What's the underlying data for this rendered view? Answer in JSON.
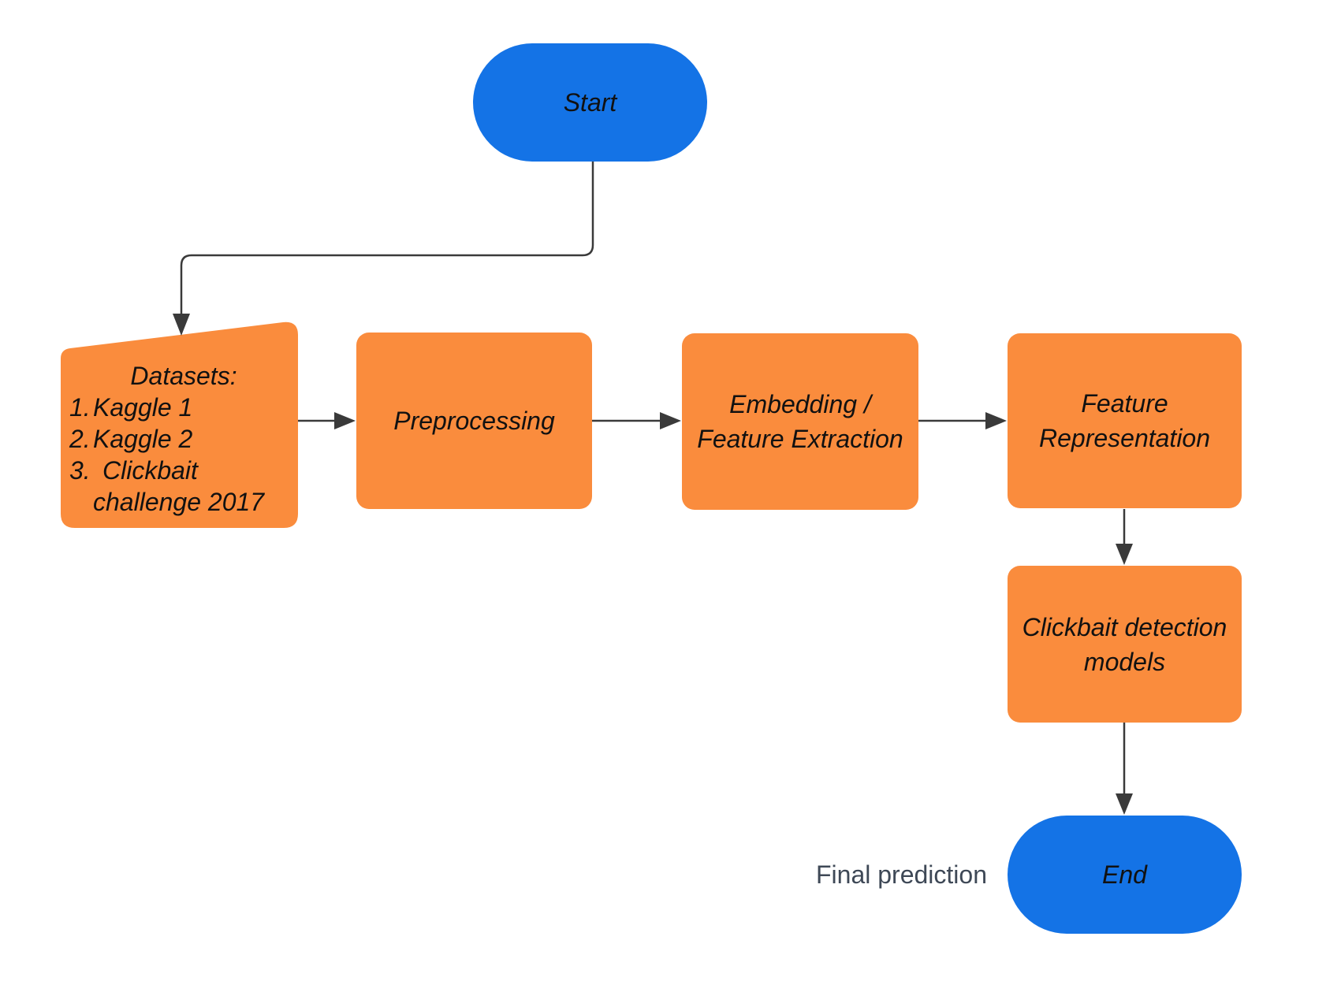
{
  "colors": {
    "node_blue": "#1473E6",
    "node_orange": "#FA8C3D",
    "arrow": "#3A3A3A",
    "label_gray": "#3E4856"
  },
  "nodes": {
    "start": {
      "label": "Start"
    },
    "datasets": {
      "title": "Datasets:",
      "items": [
        {
          "num": "1.",
          "label": "Kaggle 1"
        },
        {
          "num": "2.",
          "label": "Kaggle 2"
        },
        {
          "num": "3.",
          "label": "Clickbait challenge 2017"
        }
      ]
    },
    "preprocessing": {
      "label": "Preprocessing"
    },
    "embedding": {
      "label_lines": [
        "Embedding /",
        "Feature Extraction"
      ]
    },
    "feature_representation": {
      "label_lines": [
        "Feature",
        "Representation"
      ]
    },
    "clickbait_models": {
      "label_lines": [
        "Clickbait detection",
        "models"
      ]
    },
    "end": {
      "label": "End"
    }
  },
  "annotations": {
    "final_prediction": "Final prediction"
  }
}
